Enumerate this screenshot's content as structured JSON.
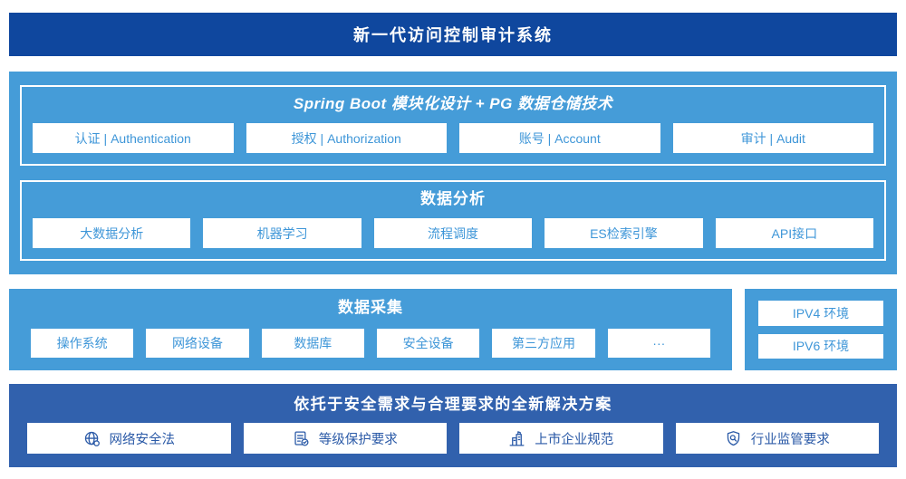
{
  "header": {
    "title": "新一代访问控制审计系统"
  },
  "platform": {
    "spring": {
      "title": "Spring Boot 模块化设计 + PG 数据仓储技术",
      "items": [
        "认证 | Authentication",
        "授权 | Authorization",
        "账号 | Account",
        "审计 | Audit"
      ]
    },
    "analysis": {
      "title": "数据分析",
      "items": [
        "大数据分析",
        "机器学习",
        "流程调度",
        "ES检索引擎",
        "API接口"
      ]
    }
  },
  "collection": {
    "title": "数据采集",
    "items": [
      "操作系统",
      "网络设备",
      "数据库",
      "安全设备",
      "第三方应用",
      "···"
    ]
  },
  "environments": [
    "IPV4 环境",
    "IPV6 环境"
  ],
  "solution": {
    "title": "依托于安全需求与合理要求的全新解决方案",
    "items": [
      {
        "icon": "globe-icon",
        "label": "网络安全法"
      },
      {
        "icon": "document-check-icon",
        "label": "等级保护要求"
      },
      {
        "icon": "building-icon",
        "label": "上市企业规范"
      },
      {
        "icon": "shield-magnifier-icon",
        "label": "行业监管要求"
      }
    ]
  },
  "colors": {
    "banner_blue": "#0f479e",
    "section_light_blue": "#459cd8",
    "solution_blue": "#3161ad",
    "module_text_blue": "#3e96d8",
    "solution_text_blue": "#2b5aa7"
  }
}
